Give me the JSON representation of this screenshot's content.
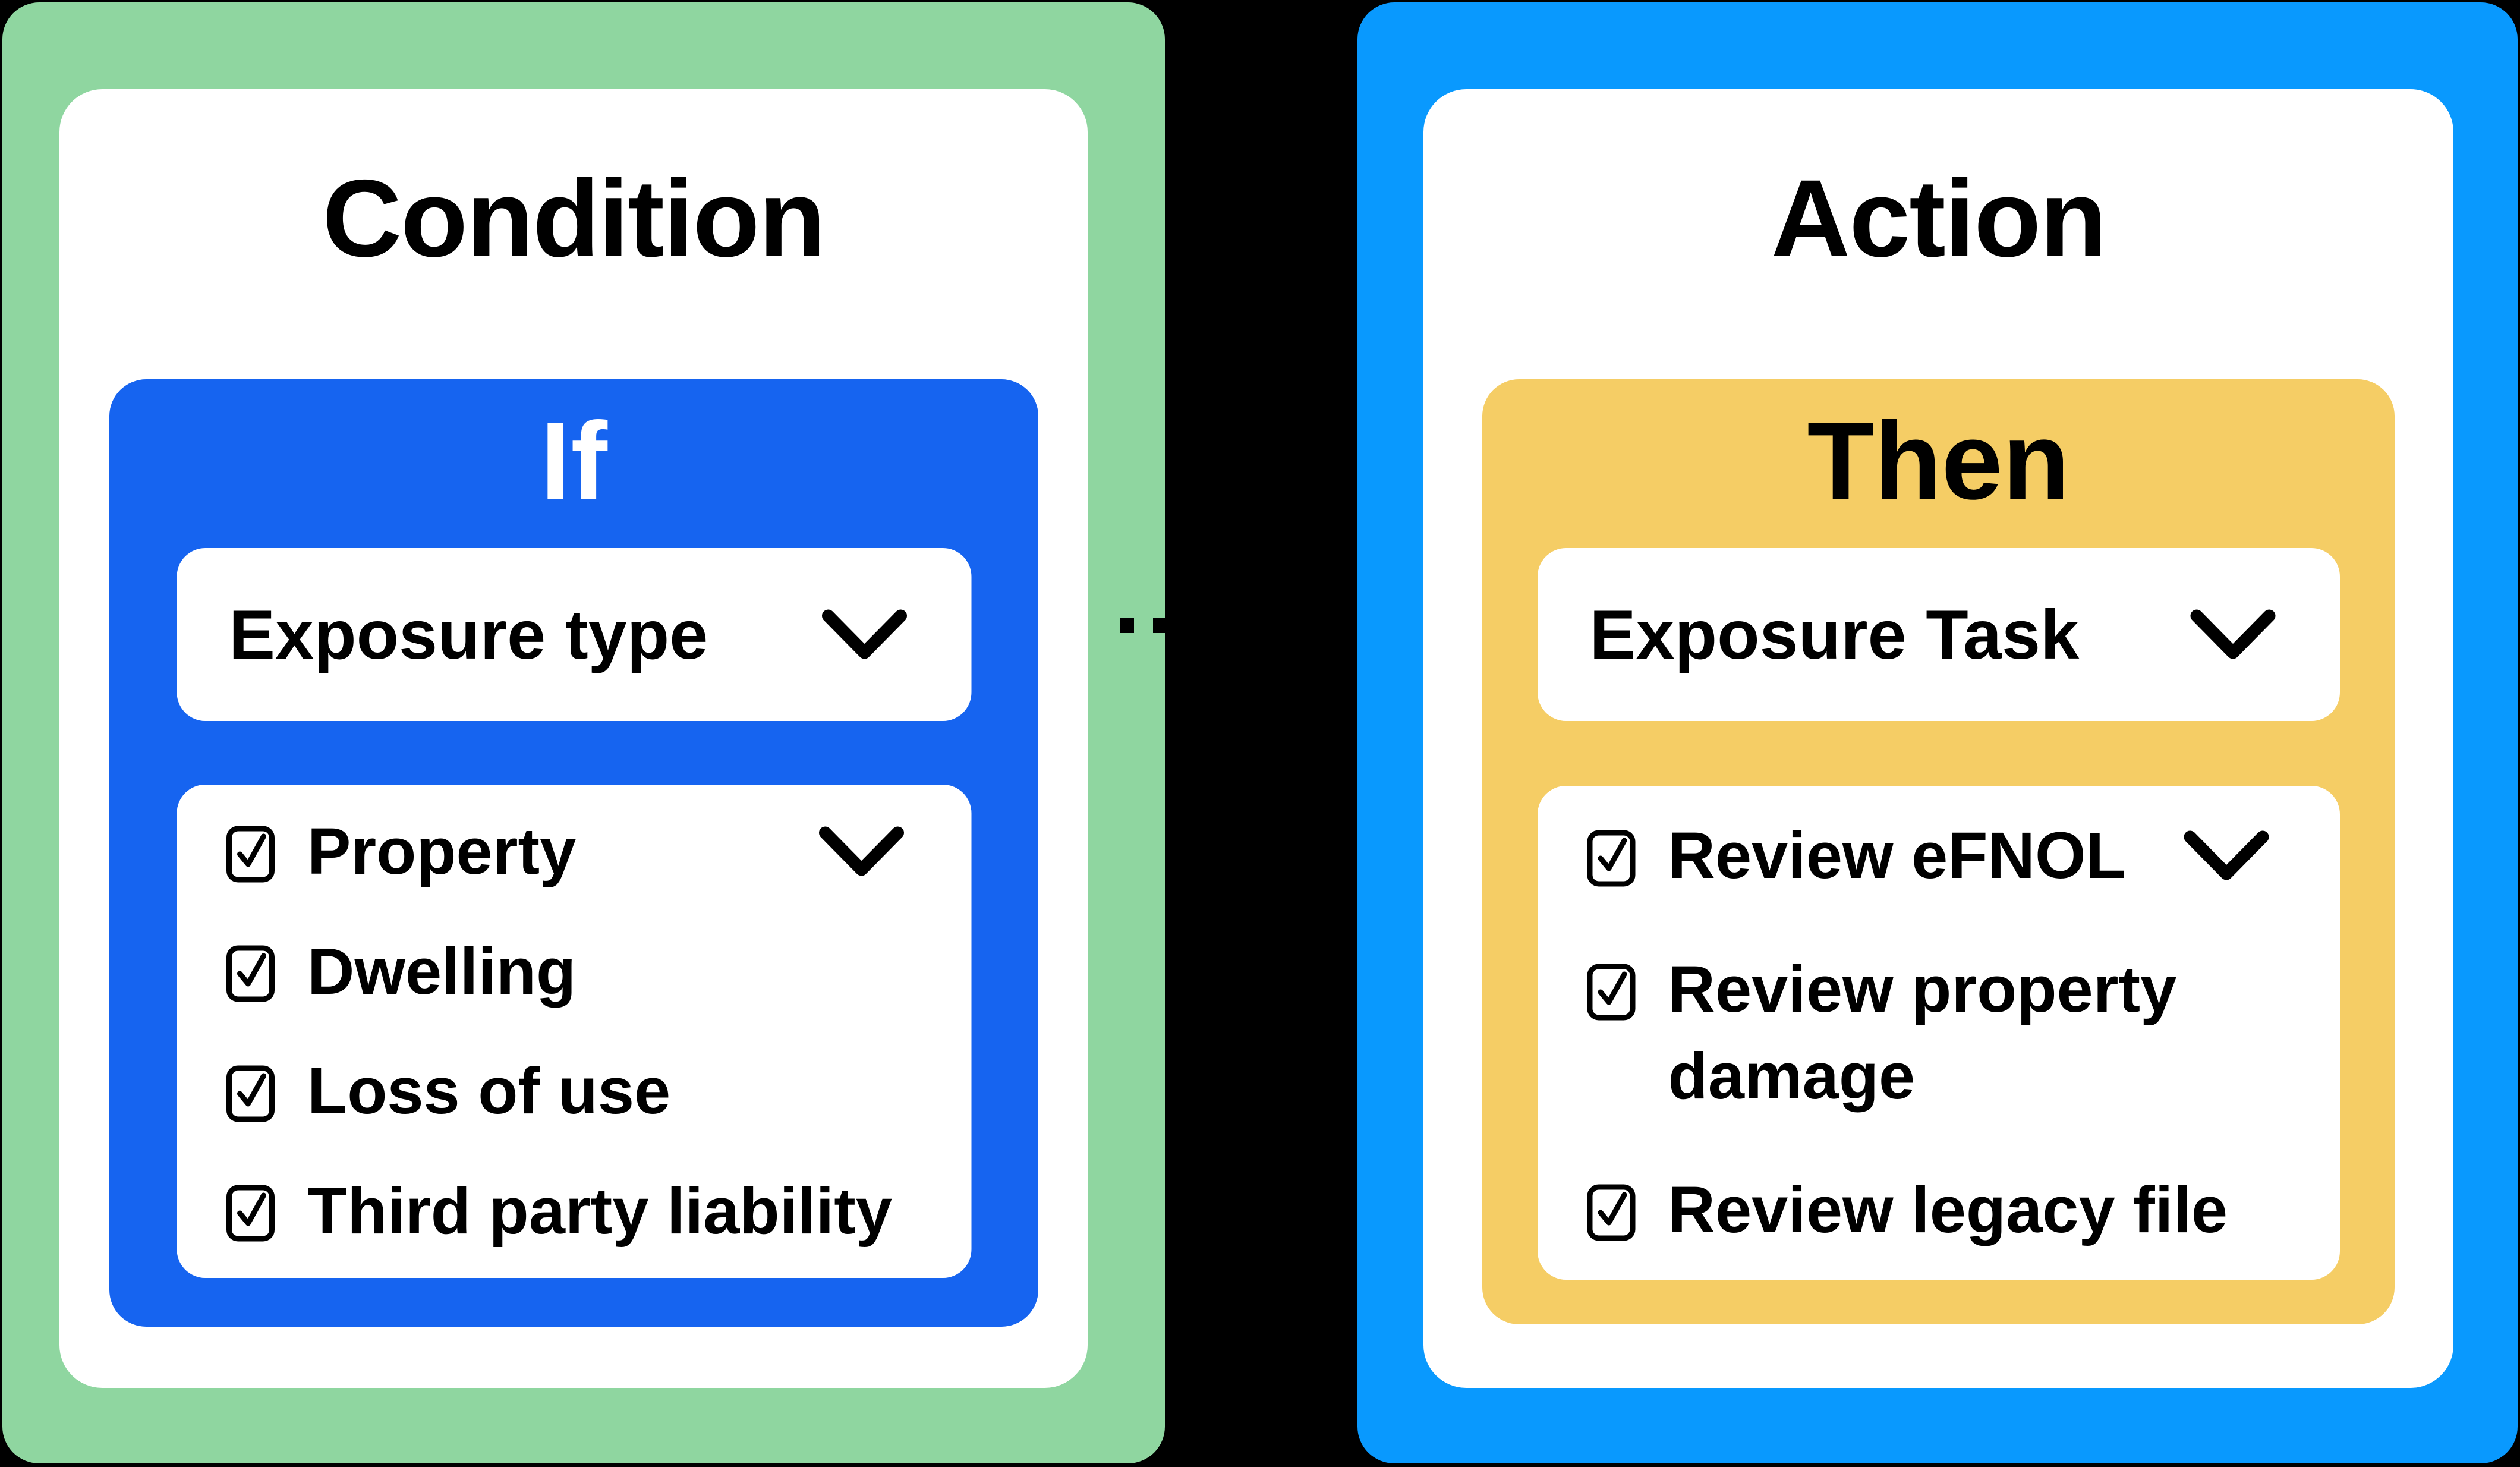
{
  "left_panel": {
    "title": "Condition",
    "group_label": "If",
    "dropdown": {
      "label": "Exposure type"
    },
    "checklist": [
      {
        "label": "Property",
        "checked": true,
        "expandable": true
      },
      {
        "label": "Dwelling",
        "checked": true
      },
      {
        "label": "Loss of use",
        "checked": true
      },
      {
        "label": "Third party liability",
        "checked": true
      }
    ]
  },
  "right_panel": {
    "title": "Action",
    "group_label": "Then",
    "dropdown": {
      "label": "Exposure Task"
    },
    "checklist": [
      {
        "label": "Review eFNOL",
        "checked": true,
        "expandable": true
      },
      {
        "label": "Review property damage",
        "checked": true
      },
      {
        "label": "Review legacy file",
        "checked": true
      }
    ]
  },
  "connector": {
    "type": "dashed-arrow",
    "direction": "right"
  },
  "icons": {
    "checkbox": "checkbox-checked",
    "chevron": "chevron-down",
    "arrow": "arrow-right"
  },
  "colors": {
    "background": "#000000",
    "condition_panel": "#8FD6A0",
    "if_box": "#1664F0",
    "action_panel": "#0999FE",
    "then_box": "#F5CD65",
    "card": "#FFFFFF",
    "text": "#000000",
    "if_text": "#FFFFFF"
  }
}
